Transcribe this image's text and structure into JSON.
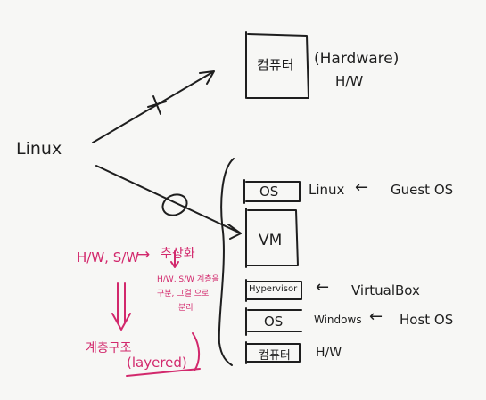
{
  "left_label": "Linux",
  "top": {
    "box_label": "컴퓨터",
    "paren_label": "(Hardware)",
    "hw_label": "H/W",
    "cross_mark": "X"
  },
  "stack": [
    {
      "box": "OS",
      "right_text": "Linux",
      "arrow": "←",
      "note": "Guest OS"
    },
    {
      "box": "VM",
      "right_text": "",
      "arrow": "",
      "note": ""
    },
    {
      "box": "Hypervisor",
      "right_text": "",
      "arrow": "←",
      "note": "VirtualBox"
    },
    {
      "box": "OS",
      "right_text": "Windows",
      "arrow": "←",
      "note": "Host OS"
    },
    {
      "box": "컴퓨터",
      "right_text": "H/W",
      "arrow": "",
      "note": ""
    }
  ],
  "notes": {
    "hw_sw": "H/W, S/W",
    "arrow": "→",
    "abstraction": "추상화",
    "explain_1": "H/W, S/W 계층을",
    "explain_2": "구분, 그걸 으로",
    "explain_3": "분리",
    "layered_ko": "계층구조",
    "layered_en": "(layered)"
  },
  "colors": {
    "ink": "#1e1e1e",
    "pink": "#d2286c",
    "paper": "#f7f7f5"
  }
}
